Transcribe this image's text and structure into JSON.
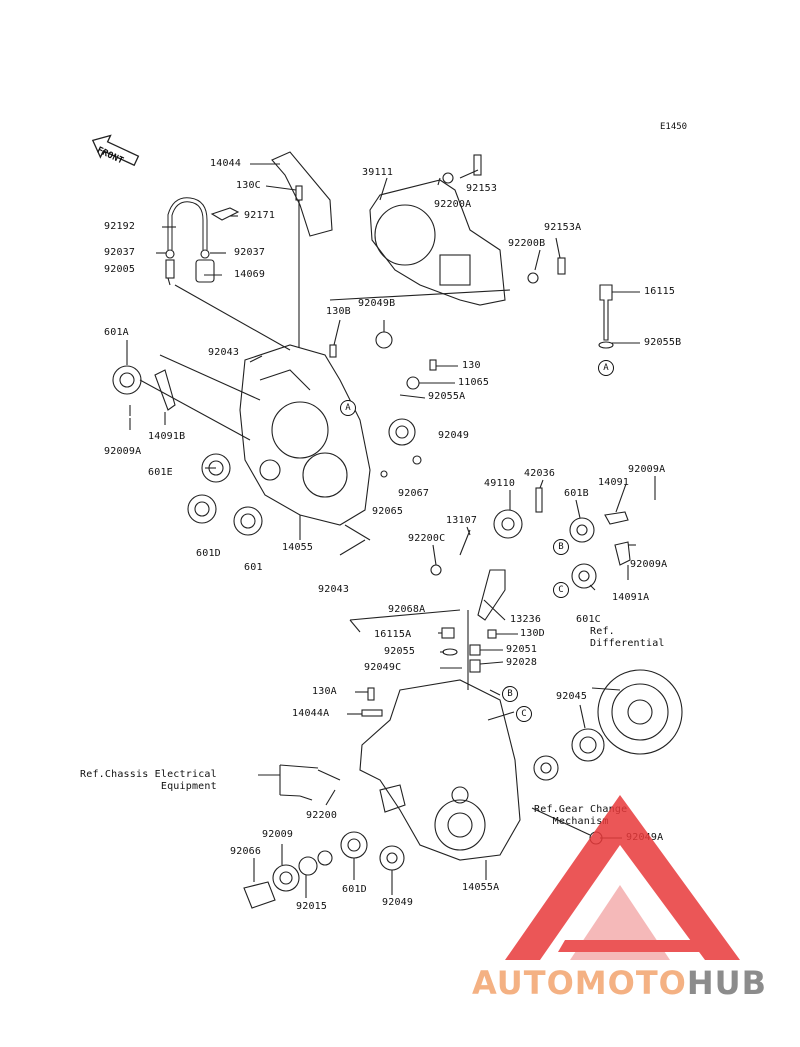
{
  "drawing_code": "E1450",
  "front_label": "FRONT",
  "callouts": [
    "A",
    "A",
    "B",
    "C",
    "B",
    "C"
  ],
  "part_labels": {
    "p14044": "14044",
    "p130C": "130C",
    "p92171": "92171",
    "p92192": "92192",
    "p92037a": "92037",
    "p92037b": "92037",
    "p92005": "92005",
    "p14069": "14069",
    "p39111": "39111",
    "p92200A": "92200A",
    "p92153": "92153",
    "p92153A": "92153A",
    "p92200B": "92200B",
    "p16115": "16115",
    "p92055B": "92055B",
    "p130B": "130B",
    "p92049B": "92049B",
    "p601A": "601A",
    "p92043a": "92043",
    "p130": "130",
    "p11065": "11065",
    "p92055A": "92055A",
    "p92049": "92049",
    "p92009Aa": "92009A",
    "p14091B": "14091B",
    "p601E": "601E",
    "p92067": "92067",
    "p92065": "92065",
    "p601D": "601D",
    "p601": "601",
    "p14055": "14055",
    "p92043b": "92043",
    "p49110": "49110",
    "p42036": "42036",
    "p601B": "601B",
    "p14091": "14091",
    "p92009Ab": "92009A",
    "p13107": "13107",
    "p92200C": "92200C",
    "p92009Ac": "92009A",
    "p14091A": "14091A",
    "p601C": "601C",
    "pRefDiff": "Ref.\nDifferential",
    "p92068A": "92068A",
    "p13236": "13236",
    "p16115A": "16115A",
    "p130D": "130D",
    "p92055": "92055",
    "p92051": "92051",
    "p92049C": "92049C",
    "p92028": "92028",
    "p130A": "130A",
    "p14044A": "14044A",
    "p92045": "92045",
    "pRefChassis": "Ref.Chassis Electrical\nEquipment",
    "p92200": "92200",
    "pRefGear": "Ref.Gear Change\nMechanism",
    "p92049A": "92049A",
    "p92009": "92009",
    "p92066": "92066",
    "p601Db": "601D",
    "p92049b": "92049",
    "p92015": "92015",
    "p14055A": "14055A"
  },
  "watermark": {
    "part1": "AUTOMOTO",
    "part2": "HUB"
  },
  "colors": {
    "line": "#222222",
    "watermark_red": "#e8393a",
    "watermark_orange": "#f4b183",
    "watermark_grey": "#8c8c8c"
  }
}
